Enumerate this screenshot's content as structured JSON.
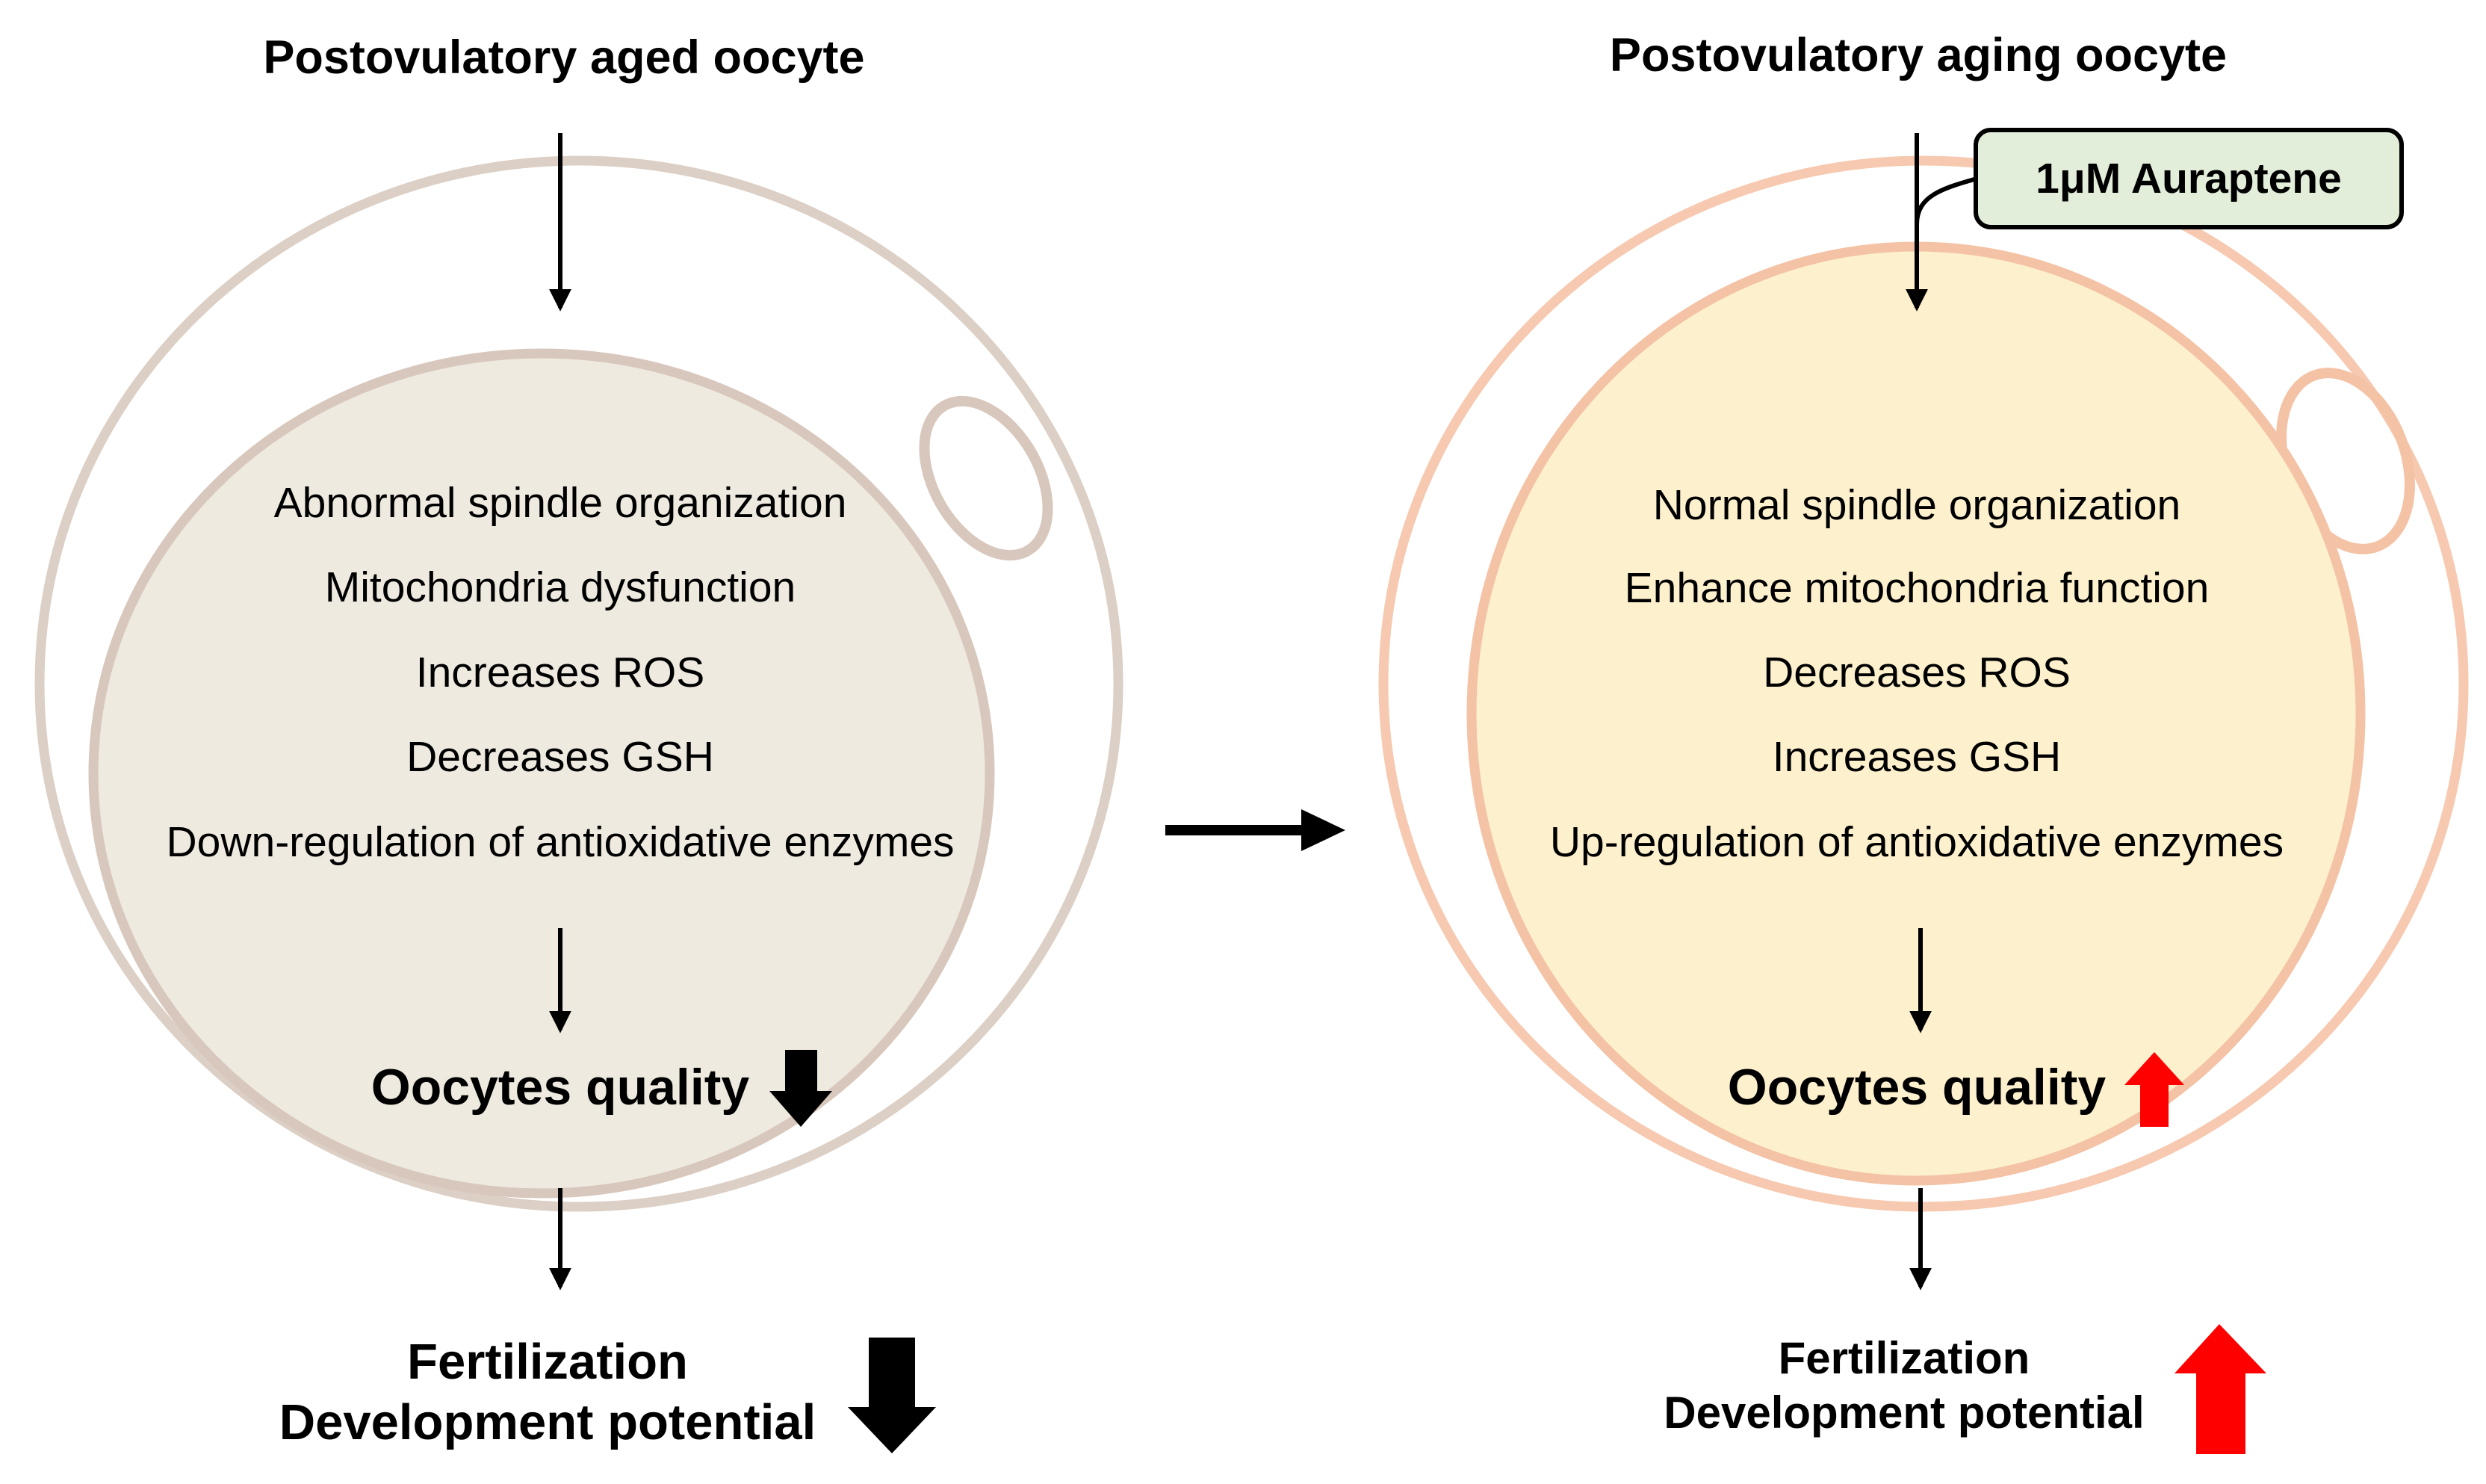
{
  "colors": {
    "left_outer_stroke": "#dccfc5",
    "left_nucleus_fill": "#eeeae0",
    "left_nucleus_stroke": "#d8c7bc",
    "right_outer_stroke": "#f6c9b0",
    "right_nucleus_fill": "#fdf0cd",
    "right_nucleus_stroke": "#f4c2a5",
    "treatment_fill": "#e2eed9",
    "down_arrow": "#000000",
    "up_arrow": "#ff0000"
  },
  "left": {
    "title": "Postovulatory aged oocyte",
    "effects": [
      "Abnormal spindle organization",
      "Mitochondria dysfunction",
      "Increases ROS",
      "Decreases GSH",
      "Down-regulation of antioxidative enzymes"
    ],
    "quality": "Oocytes quality",
    "quality_change": "down",
    "outcome": [
      "Fertilization",
      "Development potential"
    ],
    "outcome_change": "down"
  },
  "right": {
    "title": "Postovulatory aging oocyte",
    "treatment": "1μM  Auraptene",
    "effects": [
      "Normal spindle organization",
      "Enhance mitochondria function",
      "Decreases ROS",
      "Increases GSH",
      "Up-regulation of antioxidative enzymes"
    ],
    "quality": "Oocytes quality",
    "quality_change": "up",
    "outcome": [
      "Fertilization",
      "Development potential"
    ],
    "outcome_change": "up"
  }
}
